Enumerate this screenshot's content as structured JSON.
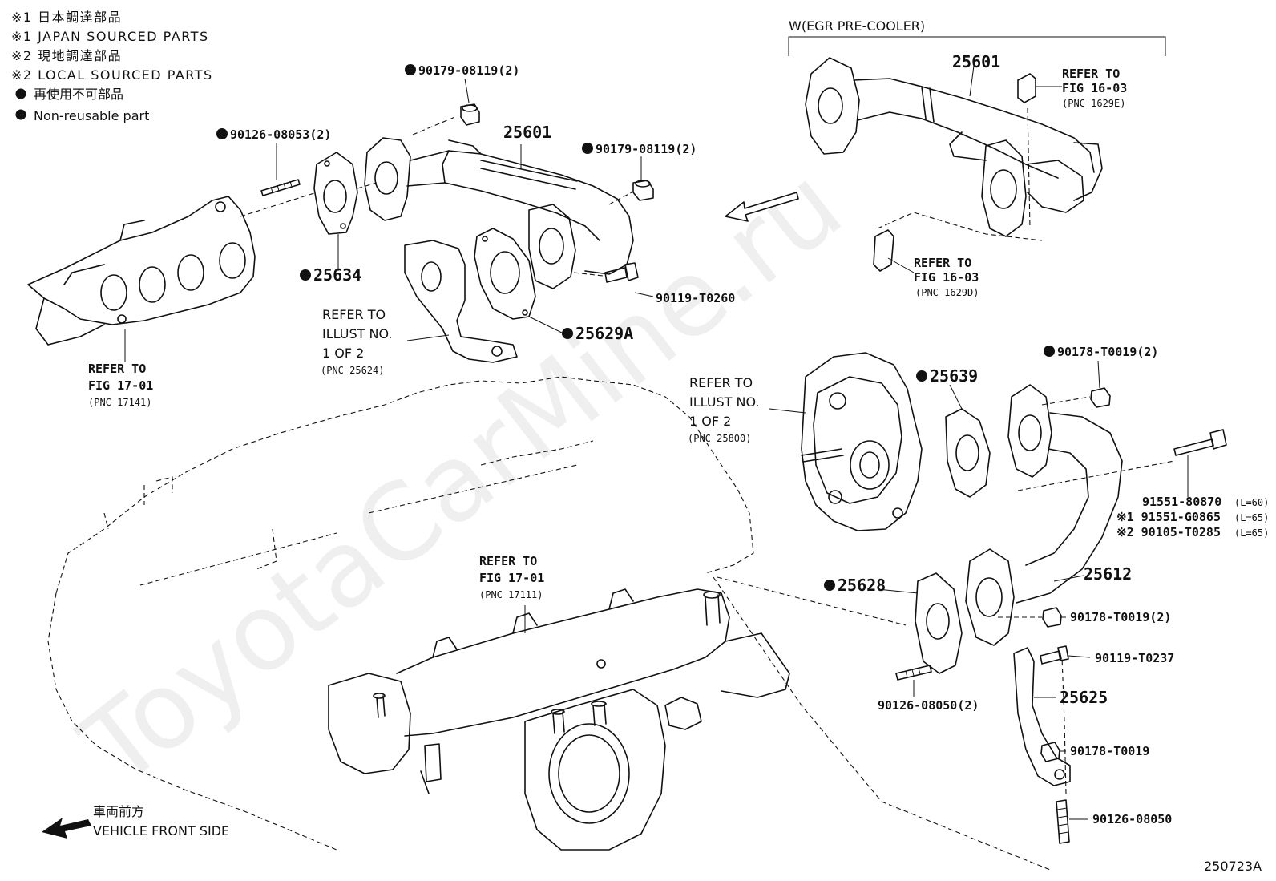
{
  "legend": {
    "note1_jp": "※1 日本調達部品",
    "note1_en": "※1 JAPAN SOURCED PARTS",
    "note2_jp": "※2 現地調達部品",
    "note2_en": "※2 LOCAL SOURCED PARTS",
    "nonreuse_jp": "再使用不可部品",
    "nonreuse_en": "Non-reusable part"
  },
  "variant_label": "W(EGR PRE-COOLER)",
  "front_side": {
    "jp": "車両前方",
    "en": "VEHICLE FRONT SIDE"
  },
  "watermark": "ToyotaCarMine.ru",
  "figure_id": "250723A",
  "refs": {
    "fig1701_upper": {
      "l1": "REFER TO",
      "l2": "FIG 17-01",
      "l3": "(PNC 17141)"
    },
    "illust_25624": {
      "l1": "REFER TO",
      "l2": "ILLUST NO.",
      "l3": "1 OF 2",
      "l4": "(PNC 25624)"
    },
    "fig1603_e": {
      "l1": "REFER TO",
      "l2": "FIG 16-03",
      "l3": "(PNC 1629E)"
    },
    "fig1603_d": {
      "l1": "REFER TO",
      "l2": "FIG 16-03",
      "l3": "(PNC 1629D)"
    },
    "illust_25800": {
      "l1": "REFER TO",
      "l2": "ILLUST NO.",
      "l3": "1 OF 2",
      "l4": "(PNC 25800)"
    },
    "fig1701_lower": {
      "l1": "REFER TO",
      "l2": "FIG 17-01",
      "l3": "(PNC 17111)"
    }
  },
  "parts": {
    "p90179_a": "90179-08119(2)",
    "p90179_b": "90179-08119(2)",
    "p90126_08053": "90126-08053(2)",
    "p25601_a": "25601",
    "p25601_b": "25601",
    "p25634": "25634",
    "p90119_t0260": "90119-T0260",
    "p25629a": "25629A",
    "p25639": "25639",
    "p90178_t0019_a": "90178-T0019(2)",
    "p91551_80870": "91551-80870",
    "p91551_80870_len": "(L=60)",
    "p91551_g0865": "※1 91551-G0865",
    "p91551_g0865_len": "(L=65)",
    "p90105_t0285": "※2 90105-T0285",
    "p90105_t0285_len": "(L=65)",
    "p25612": "25612",
    "p25628": "25628",
    "p90178_t0019_b": "90178-T0019(2)",
    "p90119_t0237": "90119-T0237",
    "p90126_08050_a": "90126-08050(2)",
    "p25625": "25625",
    "p90178_t0019_c": "90178-T0019",
    "p90126_08050_b": "90126-08050"
  }
}
